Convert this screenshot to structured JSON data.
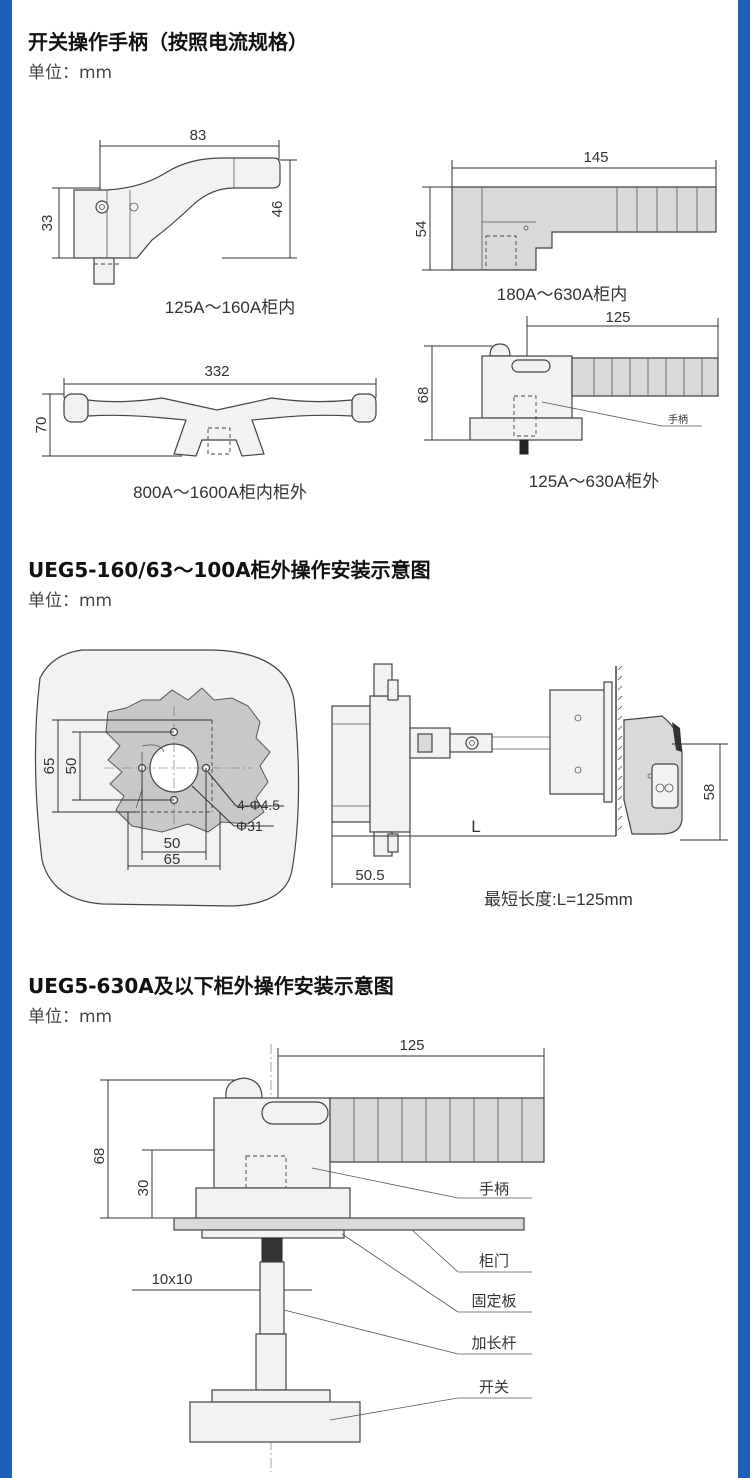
{
  "sections": [
    {
      "title": "开关操作手柄（按照电流规格）",
      "unit": "单位：mm"
    },
    {
      "title": "UEG5-160/63～100A柜外操作安装示意图",
      "unit": "单位：mm"
    },
    {
      "title": "UEG5-630A及以下柜外操作安装示意图",
      "unit": "单位：mm"
    }
  ],
  "handles": {
    "h1": {
      "w": "83",
      "h_left": "33",
      "h_right": "46",
      "caption": "125A～160A柜内"
    },
    "h2": {
      "w": "145",
      "h": "54",
      "caption": "180A～630A柜内"
    },
    "h3": {
      "w": "332",
      "h": "70",
      "caption": "800A～1600A柜内柜外"
    },
    "h4": {
      "w": "125",
      "h": "68",
      "label": "手柄",
      "caption": "125A～630A柜外"
    }
  },
  "install1": {
    "d65v": "65",
    "d50v": "50",
    "d50h": "50",
    "d65h": "65",
    "holes": "4-Φ4.5",
    "bore": "Φ31",
    "len_label": "L",
    "d50_5": "50.5",
    "d58": "58",
    "min_len": "最短长度:L=125mm"
  },
  "install2": {
    "d125": "125",
    "d68": "68",
    "d30": "30",
    "d10x10": "10x10",
    "labels": [
      "手柄",
      "柜门",
      "固定板",
      "加长杆",
      "开关"
    ]
  }
}
